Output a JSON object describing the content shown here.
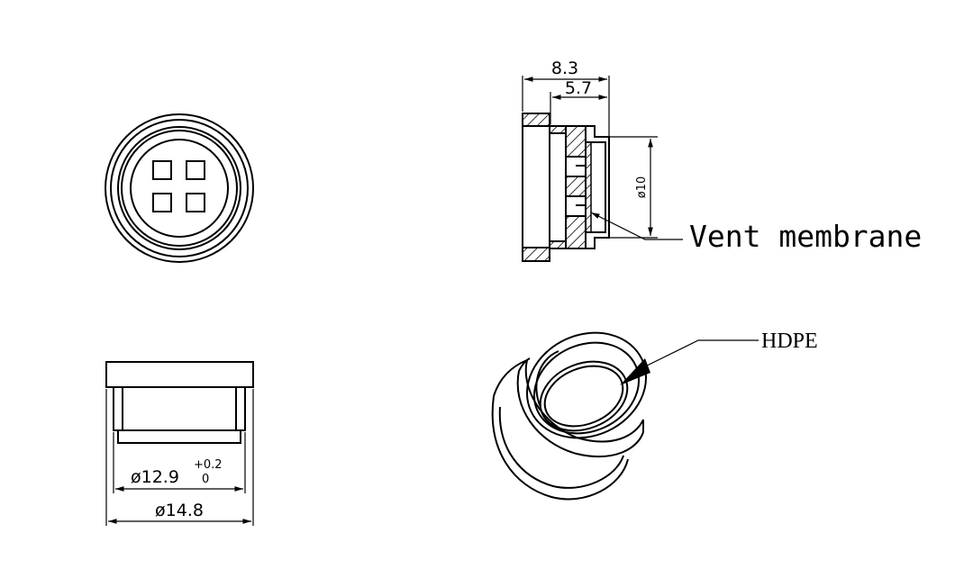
{
  "dimensions": {
    "overall_length": "8.3",
    "inner_length": "5.7",
    "bore_diameter": "ø10",
    "base_diameter": "ø12.9",
    "base_tolerance_upper": "+0.2",
    "base_tolerance_lower": "0",
    "flange_diameter": "ø14.8"
  },
  "callouts": {
    "membrane": "Vent membrane",
    "material": "HDPE"
  },
  "views": [
    "top-view",
    "section-view",
    "side-view",
    "isometric-view"
  ]
}
